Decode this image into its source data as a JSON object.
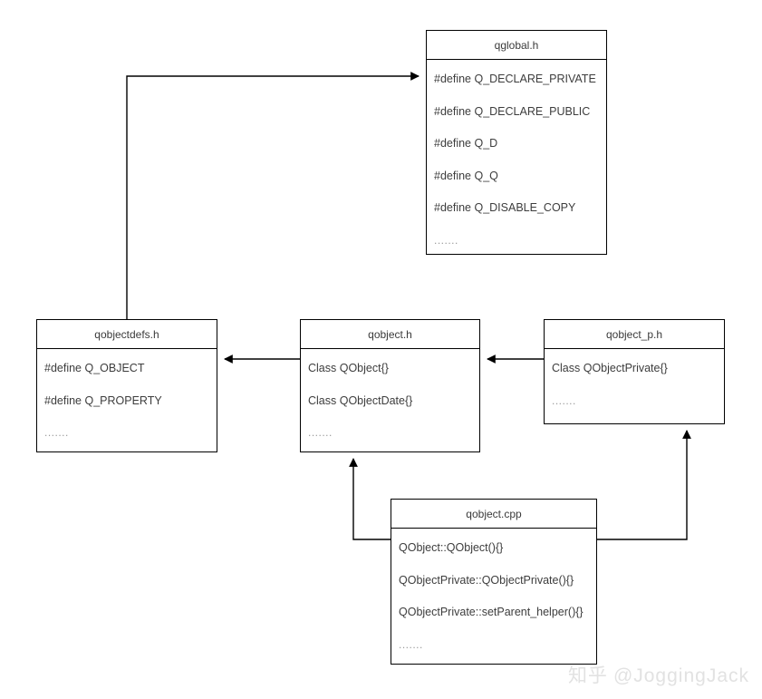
{
  "diagram": {
    "title": "Qt QObject header dependency diagram",
    "type": "class-dependency-diagram",
    "background_color": "#ffffff",
    "line_color": "#000000",
    "text_color": "#3d3d3d"
  },
  "nodes": [
    {
      "id": "qglobal",
      "title": "qglobal.h",
      "rows": [
        "#define Q_DECLARE_PRIVATE",
        "#define Q_DECLARE_PUBLIC",
        "#define Q_D",
        "#define Q_Q",
        "#define Q_DISABLE_COPY",
        "......."
      ]
    },
    {
      "id": "qobjectdefs",
      "title": "qobjectdefs.h",
      "rows": [
        "#define Q_OBJECT",
        "#define Q_PROPERTY",
        "......."
      ]
    },
    {
      "id": "qobject_h",
      "title": "qobject.h",
      "rows": [
        "Class QObject{}",
        "Class QObjectDate{}",
        "......."
      ]
    },
    {
      "id": "qobject_p",
      "title": "qobject_p.h",
      "rows": [
        "Class QObjectPrivate{}",
        "......."
      ]
    },
    {
      "id": "qobject_cpp",
      "title": "qobject.cpp",
      "rows": [
        "QObject::QObject(){}",
        "QObjectPrivate::QObjectPrivate(){}",
        "QObjectPrivate::setParent_helper(){}",
        "......."
      ]
    }
  ],
  "edges": [
    {
      "id": "edge-qobjectdefs-to-qglobal",
      "from": "qobjectdefs",
      "to": "qglobal"
    },
    {
      "id": "edge-qobject_h-to-qobjectdefs",
      "from": "qobject_h",
      "to": "qobjectdefs"
    },
    {
      "id": "edge-qobject_p-to-qobject_h",
      "from": "qobject_p",
      "to": "qobject_h"
    },
    {
      "id": "edge-qobject_cpp-to-qobject_h",
      "from": "qobject_cpp",
      "to": "qobject_h"
    },
    {
      "id": "edge-qobject_cpp-to-qobject_p",
      "from": "qobject_cpp",
      "to": "qobject_p"
    }
  ],
  "watermark": {
    "site": "知乎",
    "handle": "@JoggingJack"
  }
}
